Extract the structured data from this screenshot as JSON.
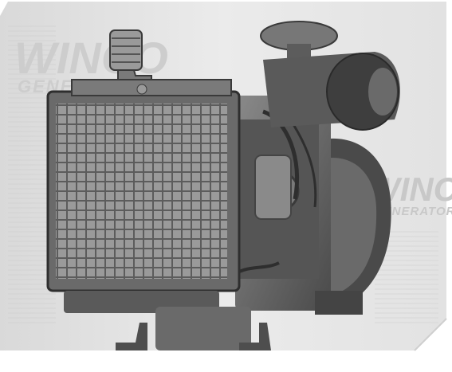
{
  "scene": {
    "subject": "engine-render",
    "background_color": "#ffffff",
    "enclosure_color": "#e6e6e6",
    "engine_dark": "#3a3a3a",
    "engine_mid": "#6e6e6e",
    "engine_light": "#9a9a9a"
  },
  "watermark_left": {
    "brand": "WINCO",
    "subtitle": "GENERATORS"
  },
  "watermark_right": {
    "brand": "WINCO",
    "subtitle": "GENERATORS"
  }
}
